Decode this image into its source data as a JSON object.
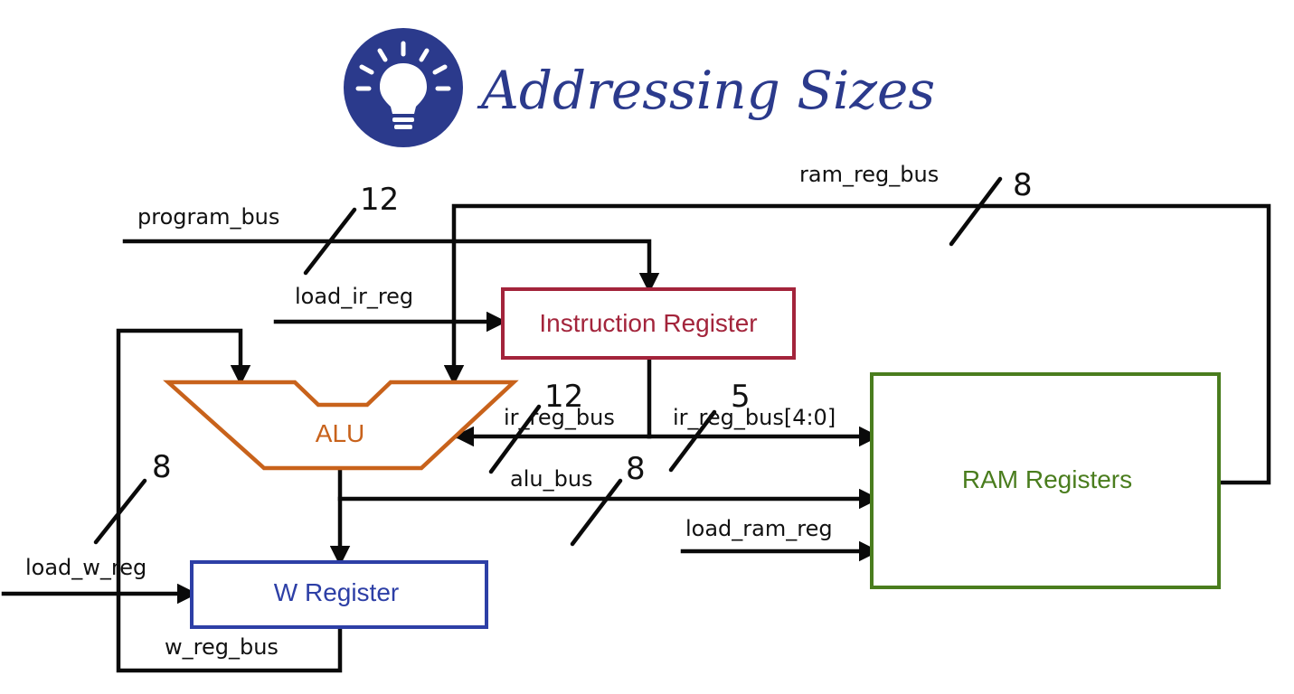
{
  "title": "Addressing Sizes",
  "colors": {
    "title_accent": "#2b3a8c",
    "instruction_register": "#a3243b",
    "alu": "#c8621b",
    "w_register": "#2d3fa6",
    "ram_registers": "#4a7d1e",
    "wire": "#0a0a0a"
  },
  "icon": "lightbulb-icon",
  "blocks": {
    "instruction_register": "Instruction Register",
    "alu": "ALU",
    "w_register": "W Register",
    "ram_registers": "RAM Registers"
  },
  "signals": {
    "program_bus": "program_bus",
    "load_ir_reg": "load_ir_reg",
    "ir_reg_bus": "ir_reg_bus",
    "ir_reg_bus_low": "ir_reg_bus[4:0]",
    "alu_bus": "alu_bus",
    "load_ram_reg": "load_ram_reg",
    "load_w_reg": "load_w_reg",
    "w_reg_bus": "w_reg_bus",
    "ram_reg_bus": "ram_reg_bus"
  },
  "bus_widths": {
    "program_bus": "12",
    "ram_reg_bus": "8",
    "ir_reg_bus": "12",
    "ir_reg_bus_low": "5",
    "alu_bus": "8",
    "w_loop": "8"
  }
}
